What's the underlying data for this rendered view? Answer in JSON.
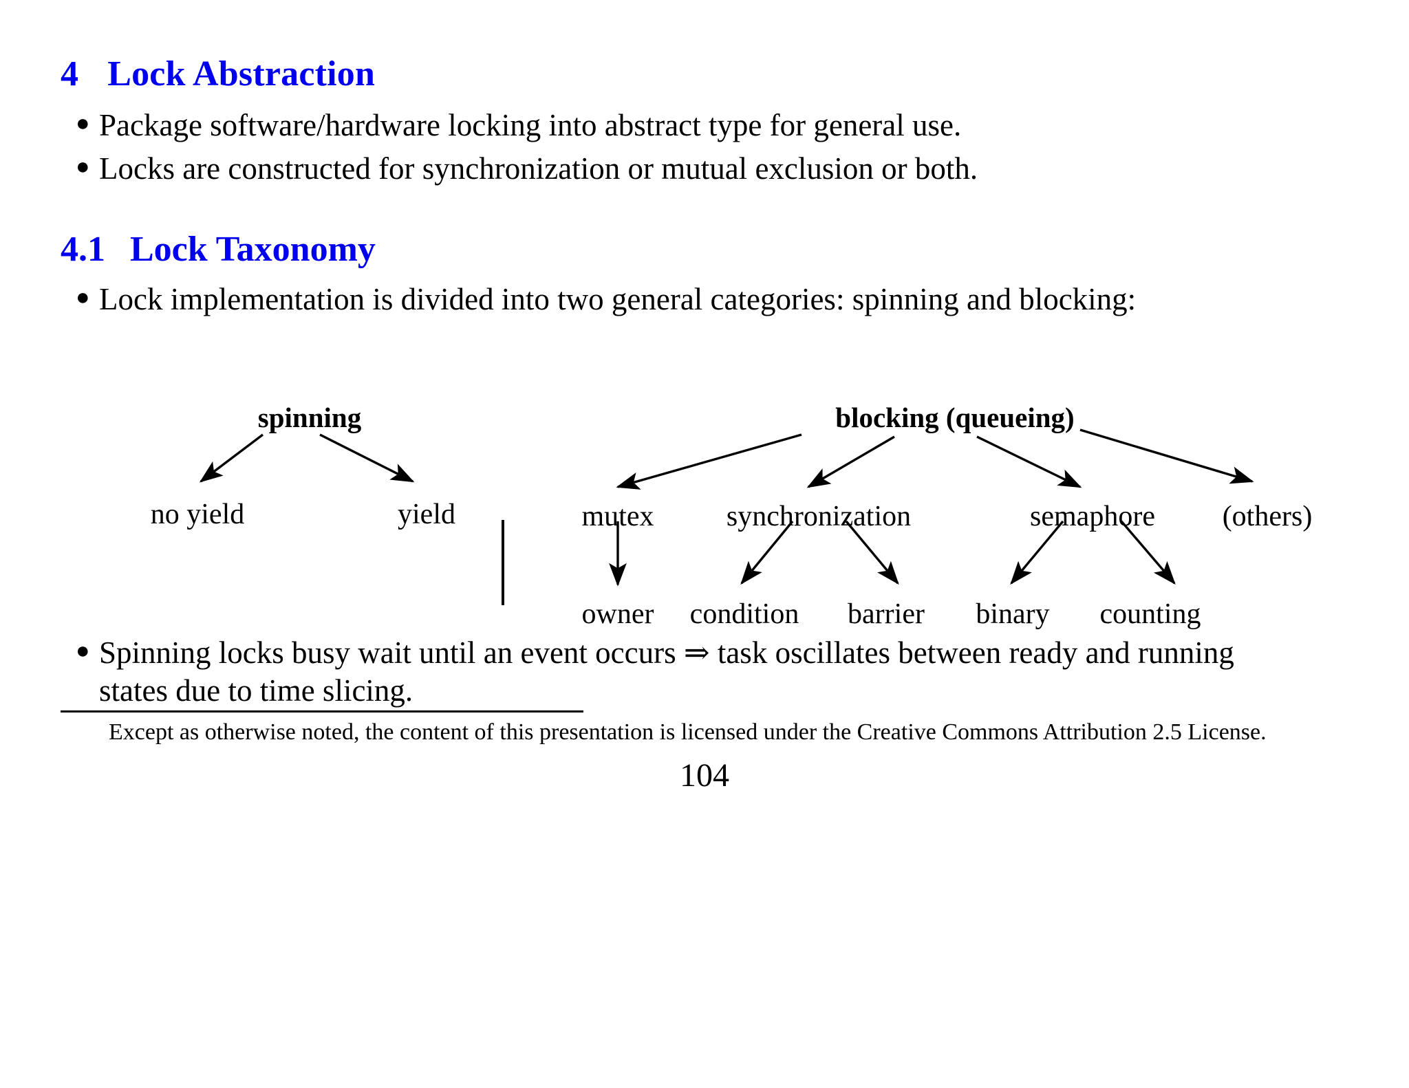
{
  "document": {
    "page_number": "104",
    "heading_color": "#0000EE"
  },
  "sections": [
    {
      "number": "4",
      "title": "Lock Abstraction",
      "bullets": [
        "Package software/hardware locking into abstract type for general use.",
        "Locks are constructed for synchronization or mutual exclusion or both."
      ]
    },
    {
      "number": "4.1",
      "title": "Lock Taxonomy",
      "bullets": [
        "Lock implementation is divided into two general categories: spinning and blocking:",
        "Spinning locks busy wait until an event occurs ⇒ task oscillates between ready and running states due to time slicing."
      ]
    }
  ],
  "diagram": {
    "name": "lock-taxonomy-tree",
    "divider": true,
    "left_tree": {
      "root": "spinning",
      "children": [
        "no yield",
        "yield"
      ]
    },
    "right_tree": {
      "root": "blocking (queueing)",
      "children": [
        {
          "label": "mutex",
          "children": [
            "owner"
          ]
        },
        {
          "label": "synchronization",
          "children": [
            "condition",
            "barrier"
          ]
        },
        {
          "label": "semaphore",
          "children": [
            "binary",
            "counting"
          ]
        },
        {
          "label": "(others)",
          "children": []
        }
      ]
    },
    "labels": {
      "spinning": "spinning",
      "no_yield": "no yield",
      "yield": "yield",
      "blocking": "blocking (queueing)",
      "mutex": "mutex",
      "synchronization": "synchronization",
      "semaphore": "semaphore",
      "others": "(others)",
      "owner": "owner",
      "condition": "condition",
      "barrier": "barrier",
      "binary": "binary",
      "counting": "counting"
    }
  },
  "footnote": {
    "text": "Except as otherwise noted, the content of this presentation is licensed under the Creative Commons Attribution 2.5 License."
  }
}
